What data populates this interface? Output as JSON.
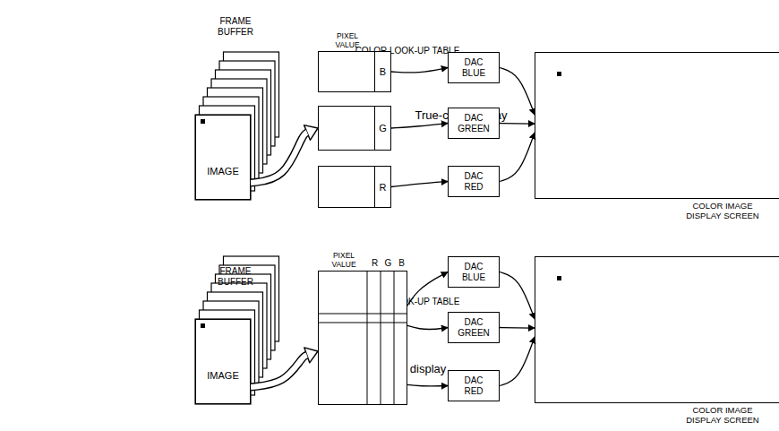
{
  "diagram": {
    "nodes": [
      {
        "text": [
          "IMAGE"
        ]
      },
      {
        "text": [
          "PIXEL VALUE",
          "B"
        ]
      },
      {
        "text": [
          "G"
        ]
      },
      {
        "text": [
          "R"
        ]
      },
      {
        "text": [
          "DAC BLUE"
        ]
      },
      {
        "text": [
          "DAC GREEN"
        ]
      },
      {
        "text": [
          "DAC RED"
        ]
      },
      {
        "text": [
          "COLOR IMAGE DISPLAY SCREEN"
        ]
      },
      {
        "text": [
          "IMAGE"
        ]
      },
      {
        "text": [
          "PIXEL VALUE",
          "R",
          "G",
          "B"
        ]
      },
      {
        "text": [
          "DAC BLUE"
        ]
      },
      {
        "text": [
          "DAC GREEN"
        ]
      },
      {
        "text": [
          "DAC RED"
        ]
      },
      {
        "text": [
          "COLOR IMAGE DISPLAY SCREEN"
        ]
      }
    ],
    "edges": [
      {
        "from": 0,
        "to": 2,
        "arrow": "to"
      },
      {
        "from": 1,
        "to": 4,
        "arrow": "to"
      },
      {
        "from": 2,
        "to": 5,
        "arrow": "to"
      },
      {
        "from": 3,
        "to": 6,
        "arrow": "to"
      },
      {
        "from": 4,
        "to": 7,
        "arrow": "to"
      },
      {
        "from": 5,
        "to": 7,
        "arrow": "to"
      },
      {
        "from": 6,
        "to": 7,
        "arrow": "to"
      },
      {
        "from": 8,
        "to": 9,
        "arrow": "to"
      },
      {
        "from": 9,
        "to": 10,
        "arrow": "to"
      },
      {
        "from": 9,
        "to": 11,
        "arrow": "to"
      },
      {
        "from": 9,
        "to": 12,
        "arrow": "to"
      },
      {
        "from": 10,
        "to": 13,
        "arrow": "to"
      },
      {
        "from": 11,
        "to": 13,
        "arrow": "to"
      },
      {
        "from": 12,
        "to": 13,
        "arrow": "to"
      }
    ],
    "labels": [
      "True-color display",
      "FRAME BUFFER",
      "COLOR LOOK-UP TABLE",
      "Pseudo-color display",
      "FRAME BUFFER",
      "COLOR LOOK-UP TABLE"
    ]
  }
}
